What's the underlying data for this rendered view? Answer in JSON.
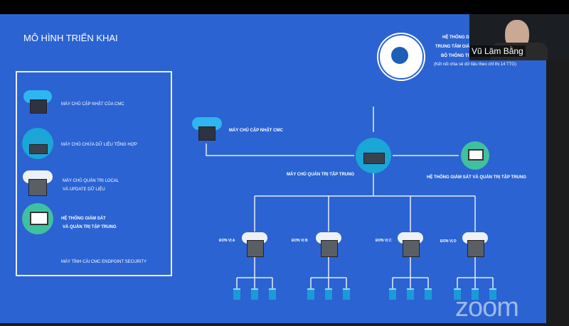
{
  "slide": {
    "title": "MÔ HÌNH TRIỂN KHAI",
    "legend": [
      {
        "icon": "cloud-server-icon",
        "label": "MÁY CHỦ CẬP NHẬT CỦA CMC"
      },
      {
        "icon": "data-server-icon",
        "label": "MÁY CHỦ CHỨA DỮ LIỆU TỔNG HỢP"
      },
      {
        "icon": "local-server-icon",
        "label": "MÁY CHỦ QUẢN TRỊ LOCAL",
        "label2": "VÀ UPDATE DỮ LIỆU"
      },
      {
        "icon": "monitor-icon",
        "label": "HỆ THỐNG GIÁM SÁT",
        "label2": "VÀ QUẢN TRỊ TẬP TRUNG"
      },
      {
        "icon": "client-icon",
        "label": "MÁY TÍNH CÀI CMC ENDPOINT SECURITY"
      }
    ],
    "ministry": {
      "line1": "HỆ THỐNG DI",
      "line2": "TRUNG TÂM GIÁM",
      "line3": "BỘ THÔNG TI",
      "note": "(Kết nối chia sẻ dữ liệu theo chỉ thị 14 TTG)"
    },
    "cmc_update_label": "MÁY CHỦ CẬP NHẬT CMC",
    "central_label": "MÁY CHỦ QUẢN TRỊ TẬP TRUNG",
    "monitor_label": "HỆ THỐNG GIÁM SÁT VÀ QUẢN TRỊ TẬP TRUNG",
    "units": [
      "ĐƠN VỊ A",
      "ĐƠN VỊ B",
      "ĐƠN VỊ C",
      "ĐƠN VỊ D"
    ]
  },
  "video": {
    "participant": "Vũ Lâm Bằng"
  },
  "watermark": "zoom",
  "colors": {
    "slide_bg": "#2b63d2",
    "teal": "#1aa6d6",
    "green": "#3fc1a0"
  }
}
